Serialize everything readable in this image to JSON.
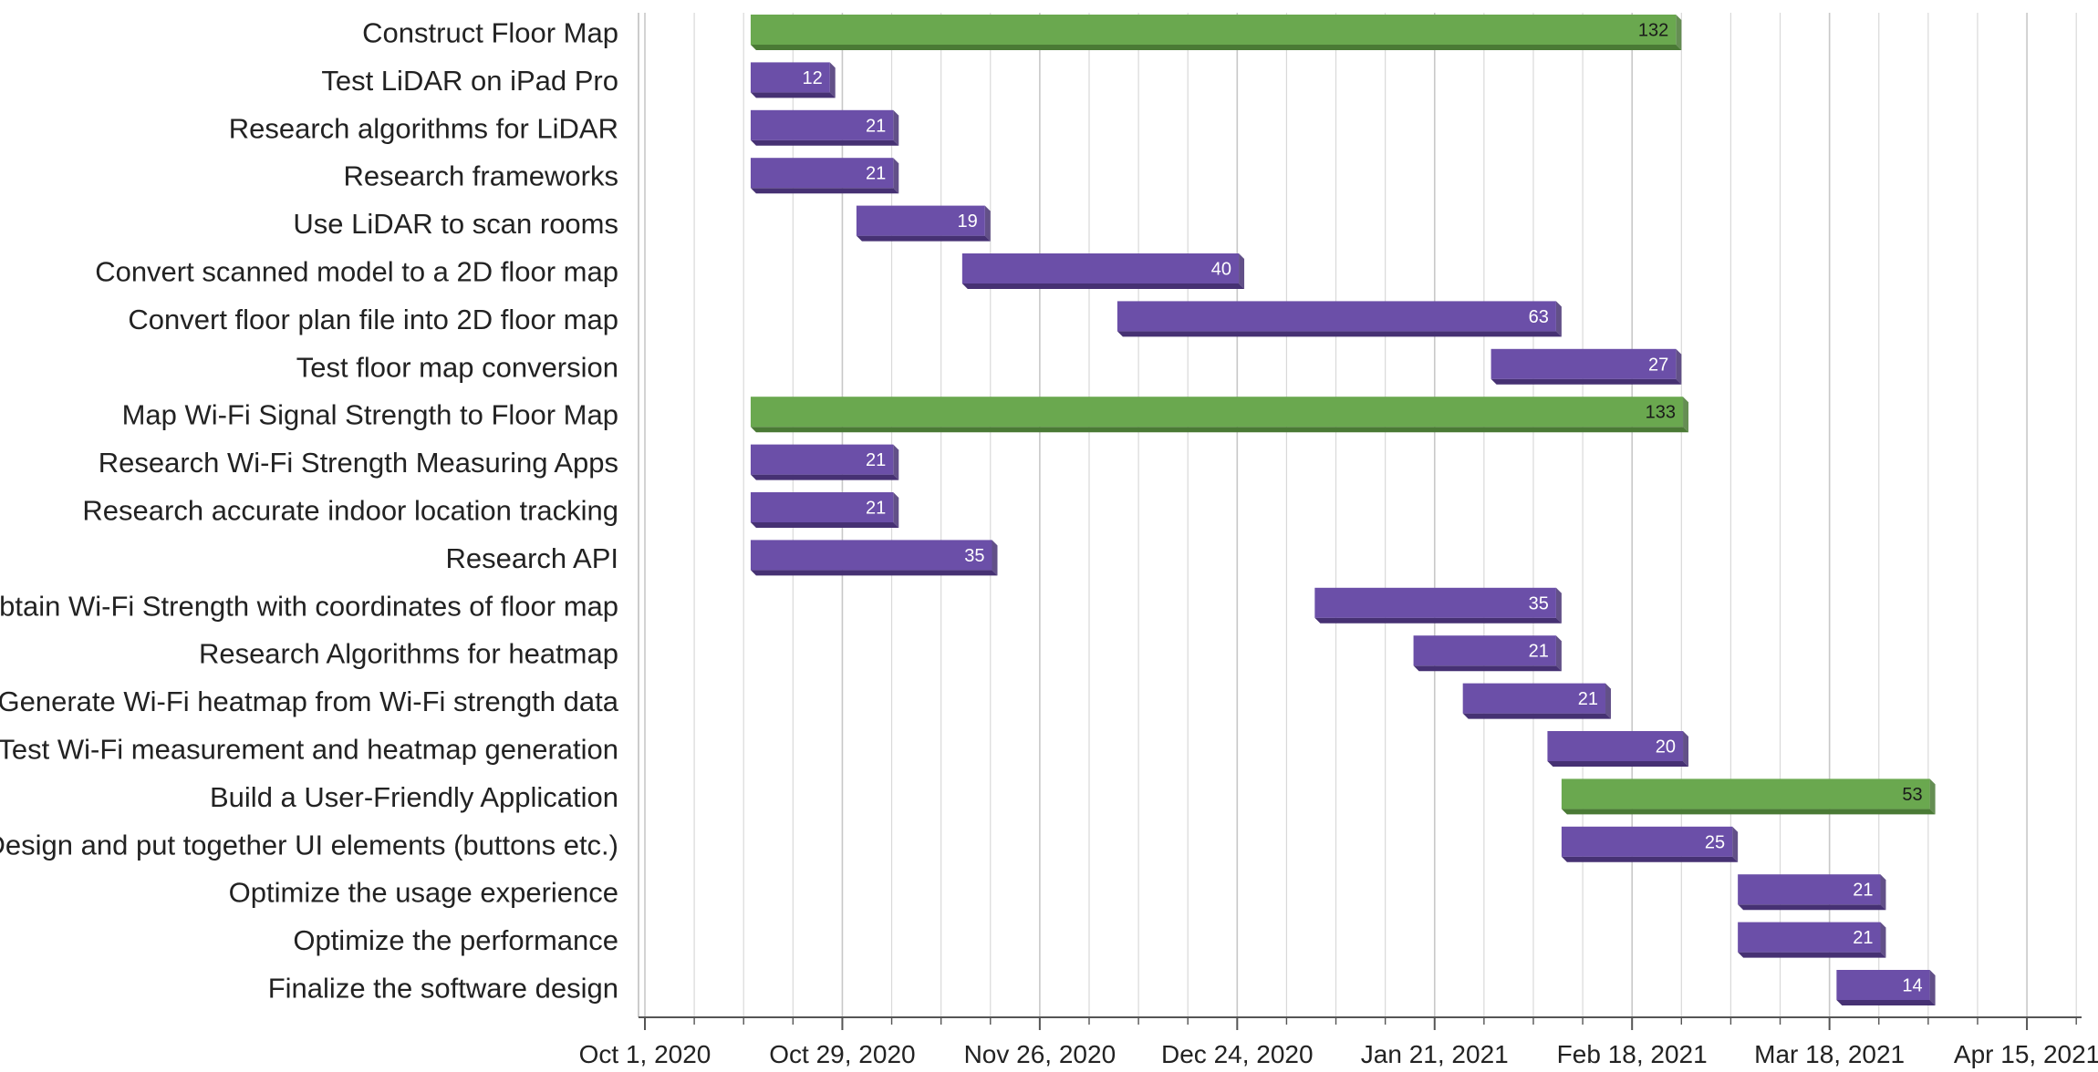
{
  "chart_data": {
    "type": "bar",
    "subtype": "gantt",
    "orientation": "horizontal",
    "title": "",
    "xlabel": "",
    "ylabel": "",
    "x_axis": {
      "type": "date",
      "ticks": [
        "2020-10-01",
        "2020-10-29",
        "2020-11-26",
        "2020-12-24",
        "2021-01-21",
        "2021-02-18",
        "2021-03-18",
        "2021-04-15"
      ],
      "tick_labels": [
        "Oct 1, 2020",
        "Oct 29, 2020",
        "Nov 26, 2020",
        "Dec 24, 2020",
        "Jan 21, 2021",
        "Feb 18, 2021",
        "Mar 18, 2021",
        "Apr 15, 2021"
      ],
      "minor_grid_interval_days": 7,
      "range": [
        "2020-10-01",
        "2021-04-22"
      ]
    },
    "grid": true,
    "legend": "none",
    "colors": {
      "group": "#6aa84f",
      "group_dark": "#4a7a35",
      "task": "#6b4fa8",
      "task_dark": "#463173",
      "grid": "#d9d9d9",
      "axis": "#555555"
    },
    "tasks": [
      {
        "name": "Construct Floor Map",
        "kind": "group",
        "start": "2020-10-16",
        "end": "2021-02-25",
        "duration": "132"
      },
      {
        "name": "Test LiDAR on iPad Pro",
        "kind": "task",
        "start": "2020-10-16",
        "end": "2020-10-28",
        "duration": "12"
      },
      {
        "name": "Research algorithms for LiDAR",
        "kind": "task",
        "start": "2020-10-16",
        "end": "2020-11-06",
        "duration": "21"
      },
      {
        "name": "Research frameworks",
        "kind": "task",
        "start": "2020-10-16",
        "end": "2020-11-06",
        "duration": "21"
      },
      {
        "name": "Use LiDAR to scan rooms",
        "kind": "task",
        "start": "2020-10-31",
        "end": "2020-11-19",
        "duration": "19"
      },
      {
        "name": "Convert scanned model to a 2D floor map",
        "kind": "task",
        "start": "2020-11-15",
        "end": "2020-12-25",
        "duration": "40"
      },
      {
        "name": "Convert floor plan file into 2D floor map",
        "kind": "task",
        "start": "2020-12-07",
        "end": "2021-02-08",
        "duration": "63"
      },
      {
        "name": "Test floor map conversion",
        "kind": "task",
        "start": "2021-01-29",
        "end": "2021-02-25",
        "duration": "27"
      },
      {
        "name": "Map Wi-Fi Signal Strength to Floor Map",
        "kind": "group",
        "start": "2020-10-16",
        "end": "2021-02-26",
        "duration": "133"
      },
      {
        "name": "Research Wi-Fi Strength Measuring Apps",
        "kind": "task",
        "start": "2020-10-16",
        "end": "2020-11-06",
        "duration": "21"
      },
      {
        "name": "Research accurate indoor location tracking",
        "kind": "task",
        "start": "2020-10-16",
        "end": "2020-11-06",
        "duration": "21"
      },
      {
        "name": "Research API",
        "kind": "task",
        "start": "2020-10-16",
        "end": "2020-11-20",
        "duration": "35"
      },
      {
        "name": "Obtain Wi-Fi Strength with coordinates of floor map",
        "kind": "task",
        "start": "2021-01-04",
        "end": "2021-02-08",
        "duration": "35"
      },
      {
        "name": "Research Algorithms for heatmap",
        "kind": "task",
        "start": "2021-01-18",
        "end": "2021-02-08",
        "duration": "21"
      },
      {
        "name": "Generate Wi-Fi heatmap from Wi-Fi strength data",
        "kind": "task",
        "start": "2021-01-25",
        "end": "2021-02-15",
        "duration": "21"
      },
      {
        "name": "Test Wi-Fi measurement and heatmap generation",
        "kind": "task",
        "start": "2021-02-06",
        "end": "2021-02-26",
        "duration": "20"
      },
      {
        "name": "Build a User-Friendly Application",
        "kind": "group",
        "start": "2021-02-08",
        "end": "2021-04-02",
        "duration": "53"
      },
      {
        "name": "Design and put together UI elements (buttons etc.)",
        "kind": "task",
        "start": "2021-02-08",
        "end": "2021-03-05",
        "duration": "25"
      },
      {
        "name": "Optimize the usage experience",
        "kind": "task",
        "start": "2021-03-05",
        "end": "2021-03-26",
        "duration": "21"
      },
      {
        "name": "Optimize the performance",
        "kind": "task",
        "start": "2021-03-05",
        "end": "2021-03-26",
        "duration": "21"
      },
      {
        "name": "Finalize the software design",
        "kind": "task",
        "start": "2021-03-19",
        "end": "2021-04-02",
        "duration": "14"
      }
    ]
  }
}
